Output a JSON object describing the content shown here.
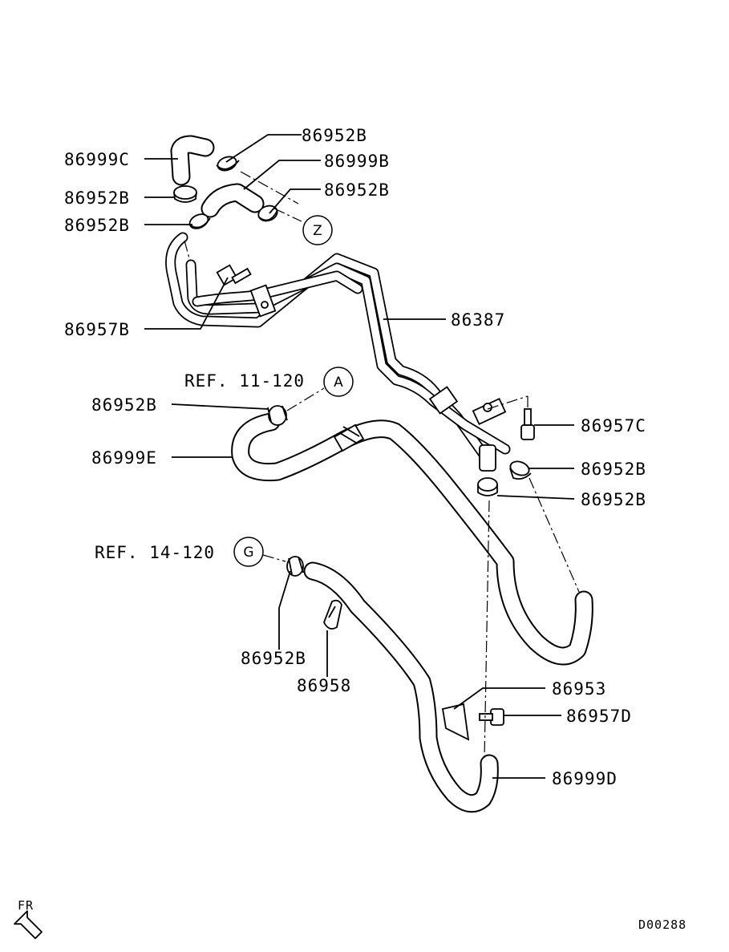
{
  "diagram": {
    "labels": {
      "p_86952B_top": "86952B",
      "p_86999C": "86999C",
      "p_86999B": "86999B",
      "p_86952B_z": "86952B",
      "p_86952B_left1": "86952B",
      "p_86952B_left2": "86952B",
      "p_86387": "86387",
      "p_86957B": "86957B",
      "ref_a": "REF. 11-120",
      "p_86952B_a": "86952B",
      "p_86999E": "86999E",
      "p_86957C": "86957C",
      "p_86952B_r1": "86952B",
      "p_86952B_r2": "86952B",
      "ref_g": "REF. 14-120",
      "p_86952B_g": "86952B",
      "p_86958": "86958",
      "p_86953": "86953",
      "p_86957D": "86957D",
      "p_86999D": "86999D",
      "fr": "FR",
      "code": "D00288"
    },
    "callouts": {
      "z": "Z",
      "a": "A",
      "g": "G"
    }
  }
}
